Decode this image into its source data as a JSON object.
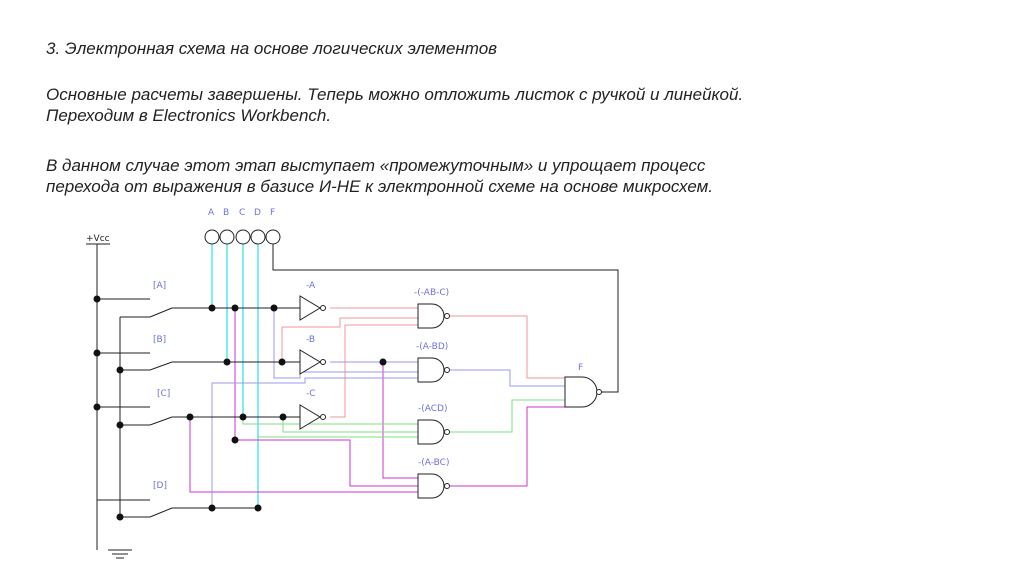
{
  "title": "3. Электронная схема на основе логических элементов",
  "paragraph1": [
    "Основные расчеты завершены. Теперь можно отложить листок с ручкой и линейкой.",
    "Переходим в Electronics Workbench."
  ],
  "paragraph2": [
    "В данном случае этот этап выступает «промежуточным» и упрощает процесс",
    "перехода от выражения в базисе И-НЕ к электронной схеме на основе микросхем."
  ],
  "circuit": {
    "vcc_label": "+Vcc",
    "probe_labels": [
      "A",
      "B",
      "C",
      "D",
      "F"
    ],
    "switch_labels": [
      "[A]",
      "[B]",
      "[C]",
      "[D]"
    ],
    "inverter_labels": [
      "-A",
      "-B",
      "-C"
    ],
    "nand_labels": [
      "-(-AB-C)",
      "-(A-BD)",
      "-(ACD)",
      "-(A-BC)"
    ],
    "output_label": "F",
    "colors": {
      "cyan": "#00dede",
      "magenta": "#cc33cc",
      "pink": "#f09a9a",
      "lavender": "#9a9aee",
      "green": "#7fe07f",
      "label": "#7070e0"
    }
  }
}
